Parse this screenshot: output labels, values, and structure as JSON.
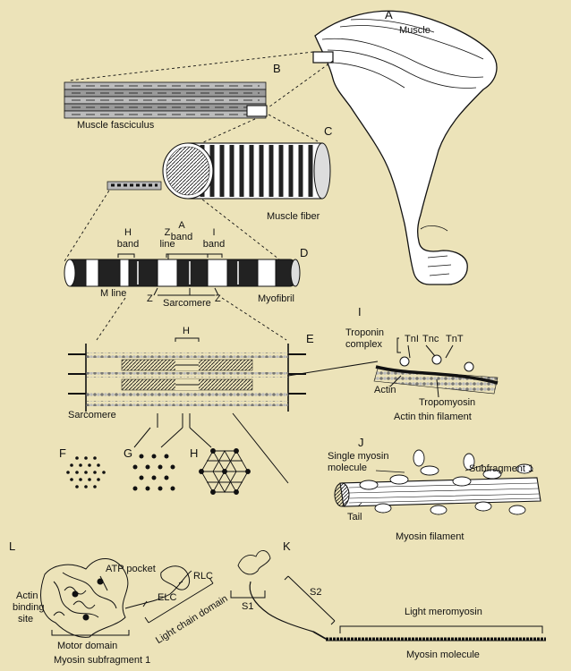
{
  "panels": {
    "A": "A",
    "B": "B",
    "C": "C",
    "D": "D",
    "E": "E",
    "F": "F",
    "G": "G",
    "H": "H",
    "I": "I",
    "J": "J",
    "K": "K",
    "L": "L"
  },
  "labels": {
    "muscle": "Muscle",
    "muscle_fasciculus": "Muscle fasciculus",
    "muscle_fiber": "Muscle fiber",
    "h_band_1": "H",
    "h_band_2": "band",
    "z_line_1": "Z",
    "z_line_2": "line",
    "a_band_1": "A",
    "a_band_2": "band",
    "i_band_1": "I",
    "i_band_2": "band",
    "m_line": "M line",
    "z_left": "Z",
    "sarcomere_d": "Sarcomere",
    "z_right": "Z",
    "myofibril": "Myofibril",
    "h_e": "H",
    "sarcomere_e": "Sarcomere",
    "troponin_1": "Troponin",
    "troponin_2": "complex",
    "tni": "TnI",
    "tnc": "Tnc",
    "tnt": "TnT",
    "actin": "Actin",
    "tropomyosin": "Tropomyosin",
    "actin_thin_filament": "Actin thin filament",
    "single_myosin_1": "Single myosin",
    "single_myosin_2": "molecule",
    "subfragment_1": "Subfragment 1",
    "tail": "Tail",
    "myosin_filament": "Myosin filament",
    "atp_pocket": "ATP pocket",
    "rlc": "RLC",
    "elc": "ELC",
    "actin_binding_1": "Actin",
    "actin_binding_2": "binding",
    "actin_binding_3": "site",
    "light_chain_domain": "Light chain domain",
    "motor_domain": "Motor domain",
    "myosin_subfragment_1": "Myosin subfragment 1",
    "s1": "S1",
    "s2": "S2",
    "light_meromyosin": "Light meromyosin",
    "myosin_molecule": "Myosin molecule"
  },
  "colors": {
    "background": "#ece3b9",
    "ink": "#111111"
  }
}
